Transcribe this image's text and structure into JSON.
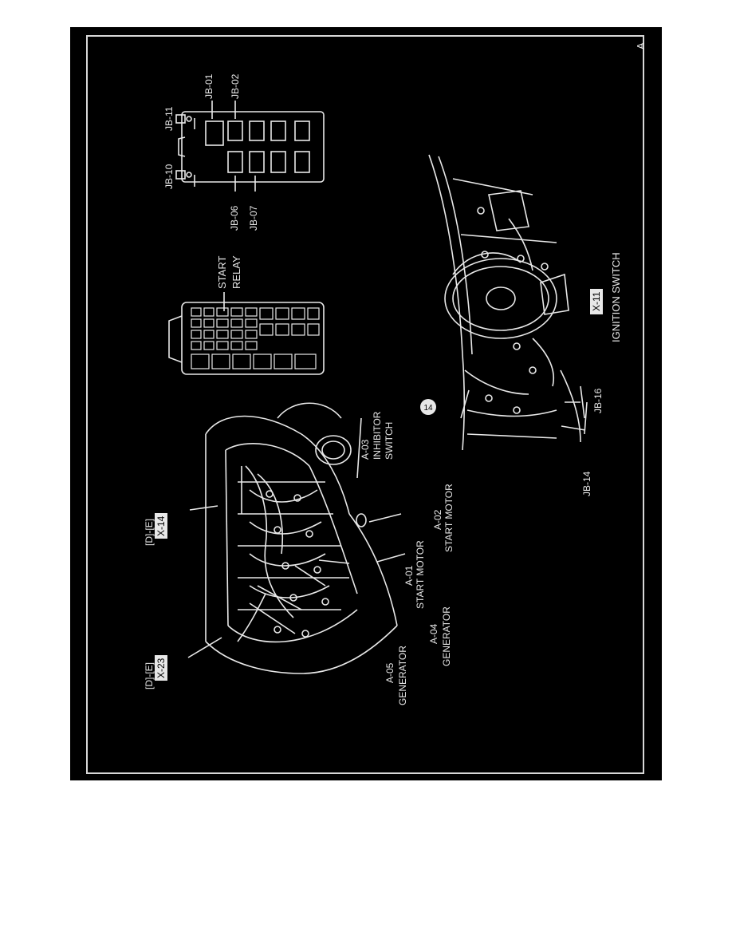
{
  "corner_letter": "A",
  "labels": {
    "jb01": "JB-01",
    "jb02": "JB-02",
    "jb11": "JB-11",
    "jb10": "JB-10",
    "jb06": "JB-06",
    "jb07": "JB-07",
    "start_relay_1": "START",
    "start_relay_2": "RELAY",
    "ignition_connector": "X-11",
    "ignition_switch": "IGNITION SWITCH",
    "jb16": "JB-16",
    "jb14": "JB-14",
    "callout_14": "14",
    "inhibitor_1": "A-03",
    "inhibitor_2": "INHIBITOR",
    "inhibitor_3": "SWITCH",
    "x14_loc": "[D]-[E]",
    "x14": "X-14",
    "x23_loc": "[D]-[E]",
    "x23": "X-23",
    "a02_1": "A-02",
    "a02_2": "START MOTOR",
    "a01_1": "A-01",
    "a01_2": "START MOTOR",
    "a04_1": "A-04",
    "a04_2": "GENERATOR",
    "a05_1": "A-05",
    "a05_2": "GENERATOR"
  },
  "colors": {
    "background": "#000000",
    "line": "#e8e8e8",
    "page": "#ffffff"
  }
}
